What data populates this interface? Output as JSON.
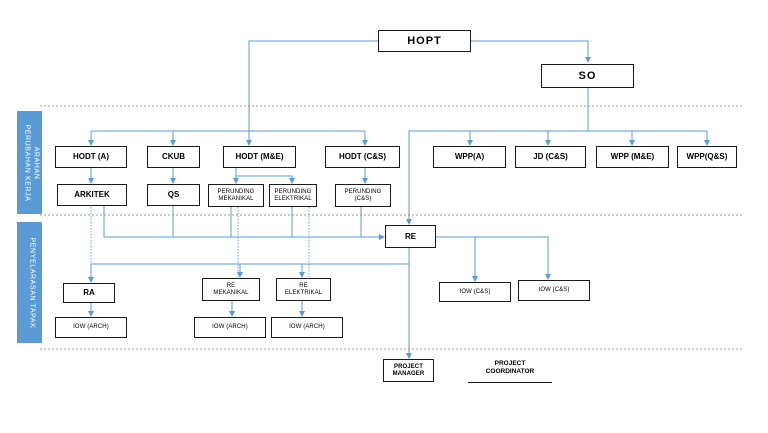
{
  "bands": {
    "arahan": "ARAHAN\nPERUBAHAN KERJA",
    "penyelarasan": "PENYELARASAN TAPAK"
  },
  "nodes": {
    "hopt": "HOPT",
    "so": "SO",
    "hodt_a": "HODT (A)",
    "ckub": "CKUB",
    "hodt_me": "HODT (M&E)",
    "hodt_cs": "HODT (C&S)",
    "wpp_a": "WPP(A)",
    "jd_cs": "JD (C&S)",
    "wpp_me": "WPP (M&E)",
    "wpp_qs": "WPP(Q&S)",
    "arkitek": "ARKITEK",
    "qs": "QS",
    "perunding_mekanikal": "PERUNDING\nMEKANIKAL",
    "perunding_elektrikal": "PERUNDING\nELEKTRIKAL",
    "perunding_cs": "PERUNDING\n(C&S)",
    "re": "RE",
    "ra": "RA",
    "re_mekanikal": "RE\nMEKANIKAL",
    "re_elektrikal": "RE\nELEKTRIKAL",
    "iow_cs_1": "IOW (C&S)",
    "iow_cs_2": "IOW (C&S)",
    "iow_arch_1": "IOW (ARCH)",
    "iow_arch_2": "IOW (ARCH)",
    "iow_arch_3": "IOW (ARCH)",
    "project_manager": "PROJECT\nMANAGER",
    "project_coordinator": "PROJECT\nCOORDINATOR"
  },
  "colors": {
    "connector": "#5b9bd5",
    "band": "#5b9bd5",
    "divider": "#7f7f7f",
    "box_border": "#1a1a1a"
  }
}
